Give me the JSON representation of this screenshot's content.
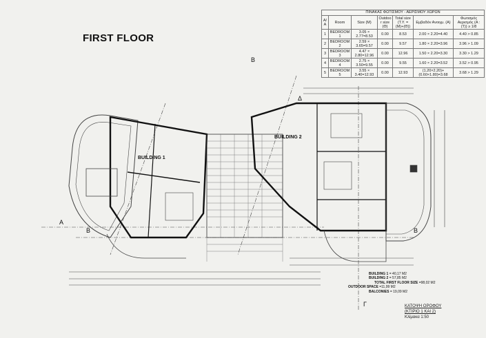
{
  "drawing_title": "FIRST FLOOR",
  "buildings": {
    "b1_label": "BUILDING 1",
    "b2_label": "BUILDING 2"
  },
  "axis_labels": {
    "a": "A",
    "b": "B",
    "gamma": "Γ",
    "delta": "Δ"
  },
  "table": {
    "caption": "ΠΙΝΑΚΑΣ ΦΩΤΙΣΜΟΥ - ΑΕΡΙΣΜΟΥ ΧΩΡΩΝ",
    "headers": [
      "Α/Α",
      "Room",
      "Size (Μ)",
      "Outdoor size (Θ)",
      "Total size (Τ.Υ. = (Μ)+(Θ))",
      "Εμβαδόν Ανοιγμ. (Α)",
      "Φωτισμός Αερισμός (Α : (Τ)) ≥ 1/8"
    ],
    "rows": [
      [
        "1",
        "BEDROOM 1",
        "3.05 × 2.77=8.53",
        "0.00",
        "8.53",
        "2.00 × 2.20=4.40",
        "4.40 > 0.85"
      ],
      [
        "2",
        "BEDROOM 2",
        "2.59 × 3.65=9.57",
        "0.00",
        "9.57",
        "1.80 × 2.20=3.96",
        "3.96 > 1.09"
      ],
      [
        "3",
        "BEDROOM 3",
        "4.47 × 2.80=12.96",
        "0.00",
        "12.96",
        "1.50 × 2.20=3.30",
        "3.30 > 1.29"
      ],
      [
        "4",
        "BEDROOM 4",
        "2.75 × 3.50=9.55",
        "0.00",
        "9.55",
        "1.60 × 2.20=3.52",
        "3.52 > 0.95"
      ],
      [
        "5",
        "BEDROOM 5",
        "3.55 × 3.40=12.93",
        "0.00",
        "12.93",
        "(1.20×2.20)+(0.60×1.80)=3.68",
        "3.68 > 1.29"
      ]
    ]
  },
  "totals": {
    "building1_label": "BUILDING 1",
    "building1_value": "= 40,17 M2",
    "building2_label": "BUILDING 2",
    "building2_value": "= 57,85 M2",
    "total_label": "TOTAL FIRST FLOOR SIZE",
    "total_value": "=98,02 M2",
    "outdoor_label": "OUTDOOR SPACE",
    "outdoor_value": "=11,99 M2",
    "balconies_label": "BALCONIES",
    "balconies_value": "= 19,09 M2"
  },
  "caption": {
    "line1": "ΚΑΤΟΨΗ ΟΡΟΦΟΥ",
    "line2": "(ΚΤΙΡΙΟ 1 ΚΑΙ 2)",
    "scale": "Κλίμακα 1:50"
  }
}
